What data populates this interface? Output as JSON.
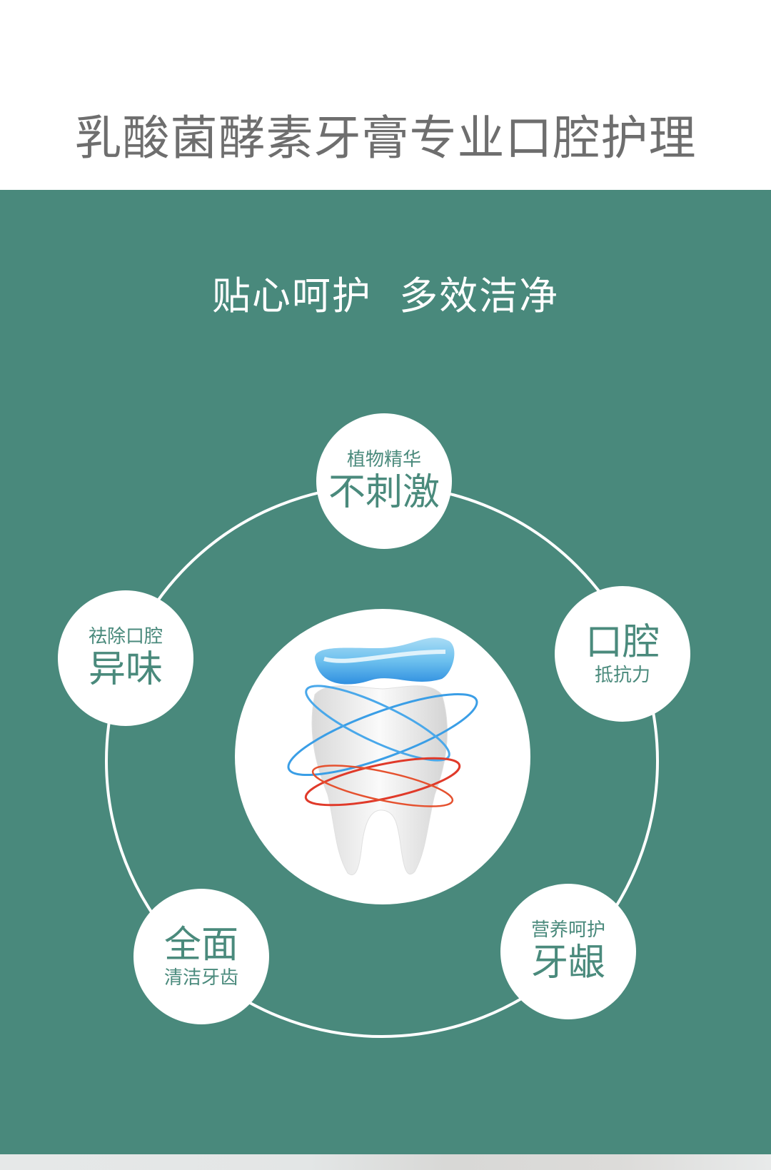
{
  "title": "乳酸菌酵素牙膏专业口腔护理",
  "subtitle": "贴心呵护  多效洁净",
  "features": [
    {
      "small": "植物精华",
      "big": "不刺激"
    },
    {
      "small": "祛除口腔",
      "big": "异味"
    },
    {
      "big": "口腔",
      "small": "抵抗力"
    },
    {
      "big": "全面",
      "small": "清洁牙齿"
    },
    {
      "small": "营养呵护",
      "big": "牙龈"
    }
  ],
  "colors": {
    "band": "#49897c",
    "text": "#4a8a7c",
    "title": "#6e6e6e"
  }
}
